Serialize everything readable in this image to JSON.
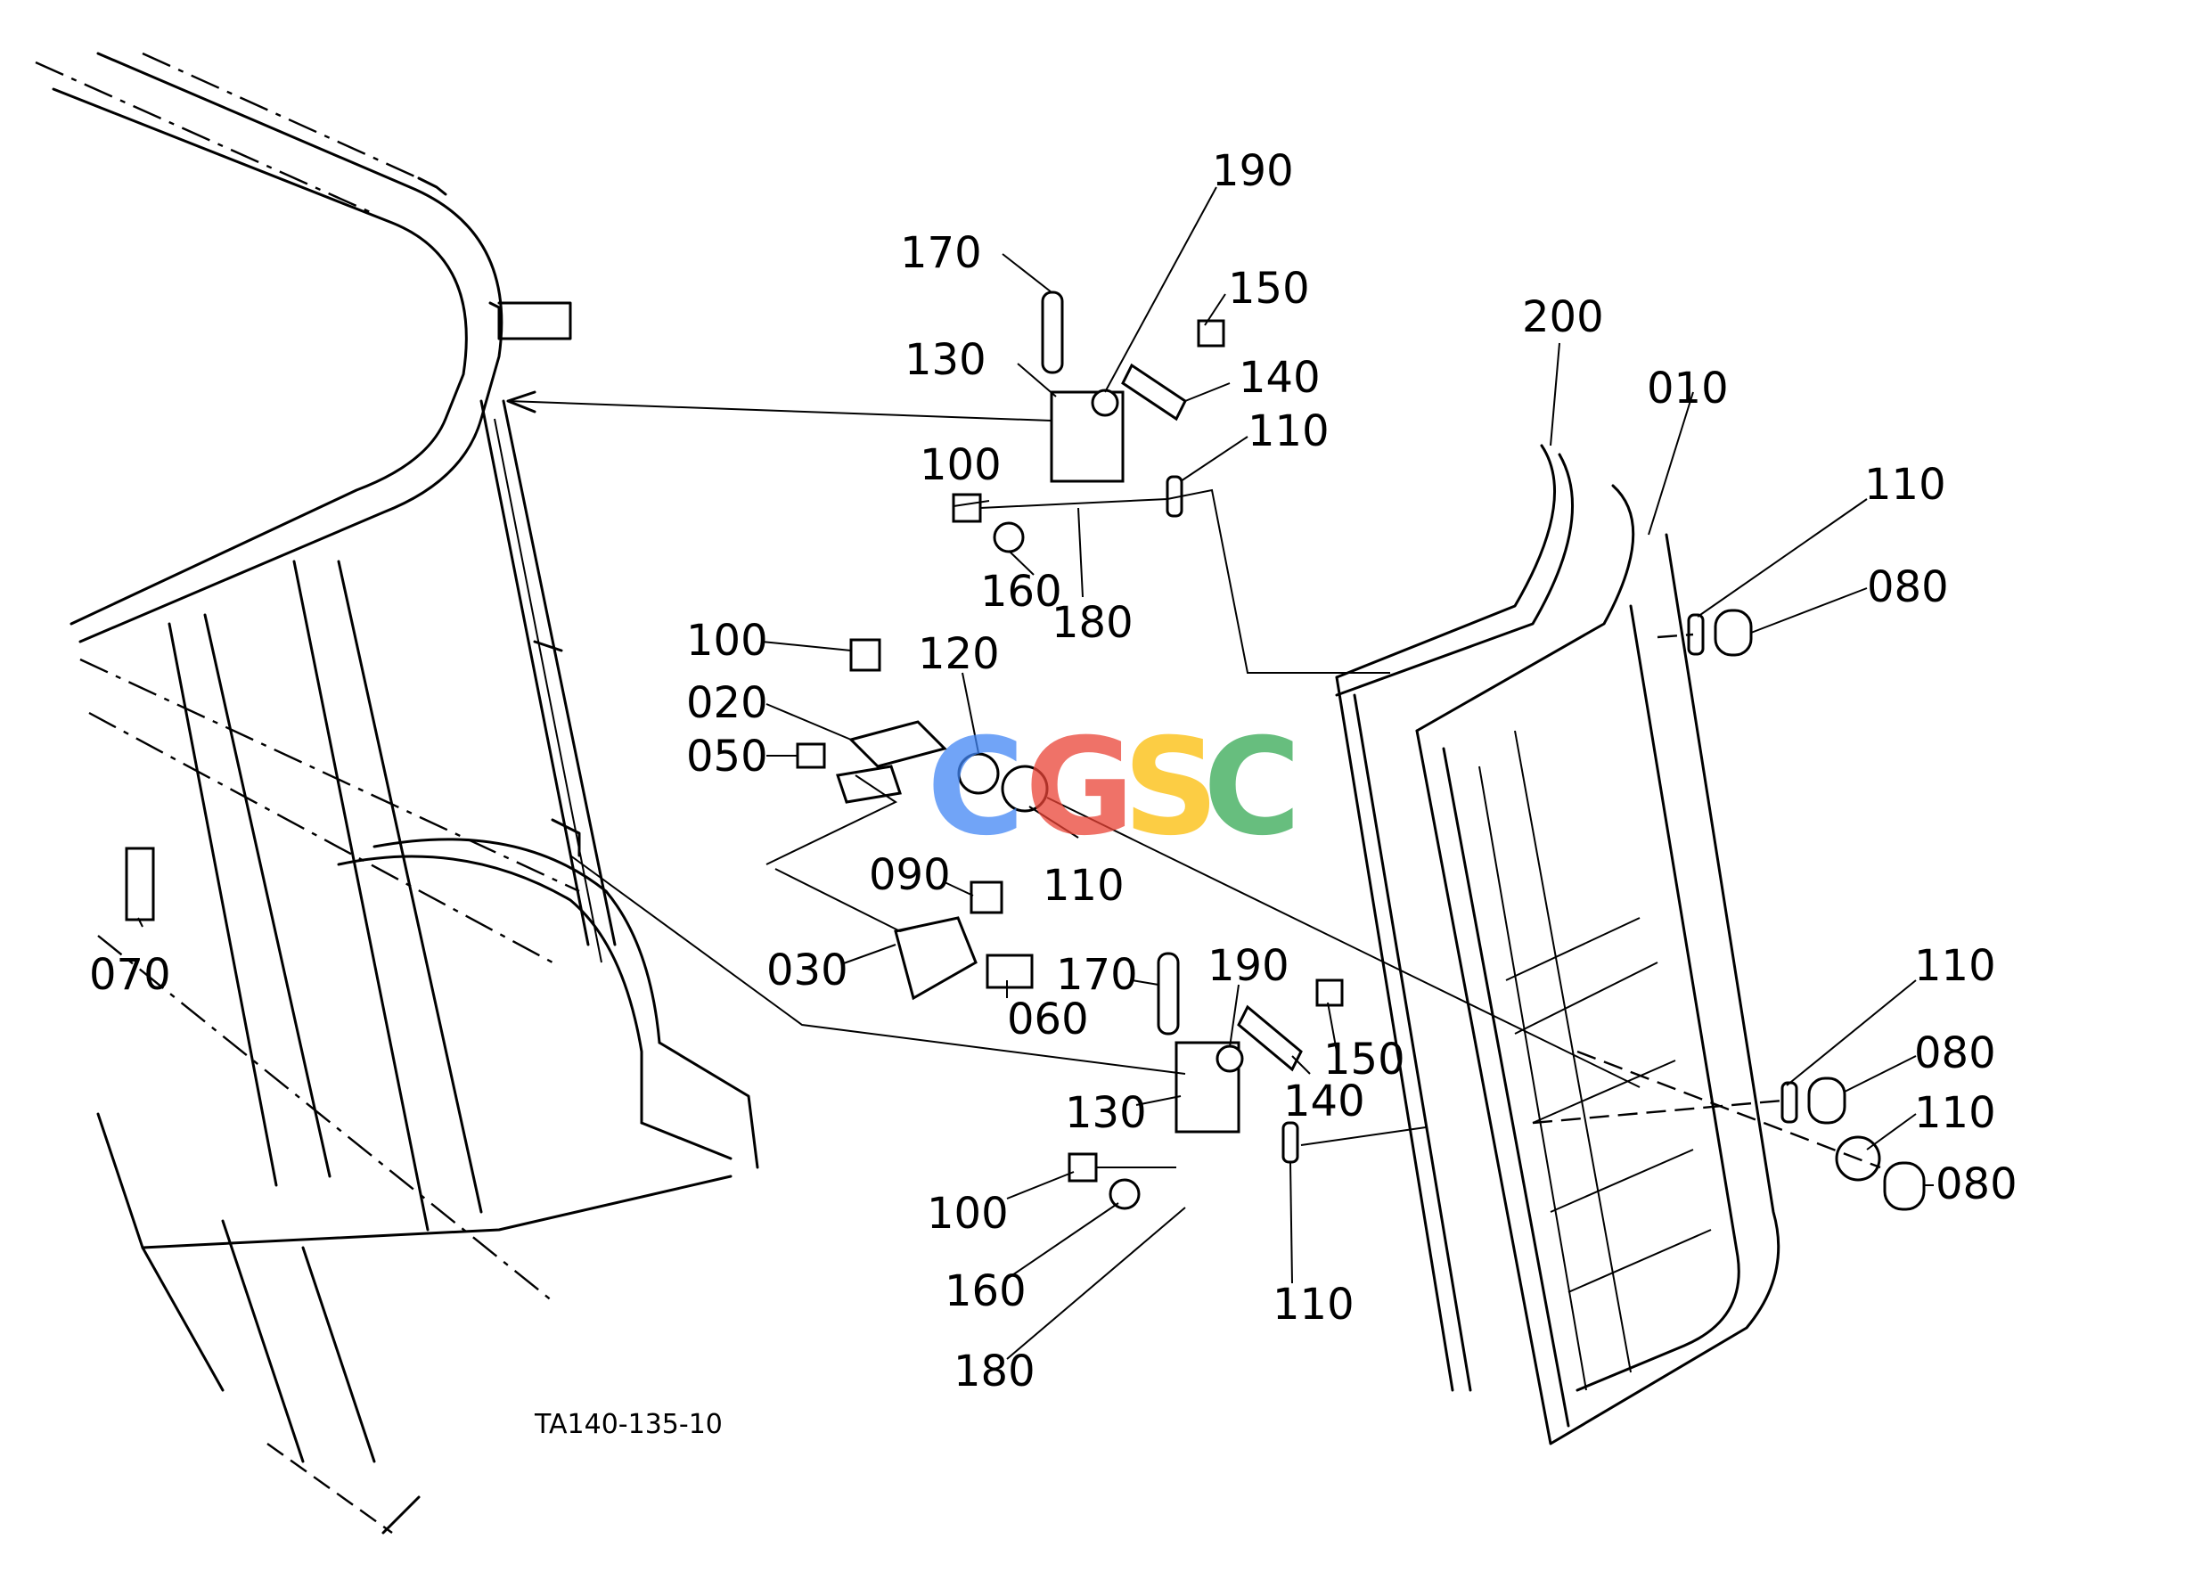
{
  "diagram_code": "TA140-135-10",
  "watermark": {
    "letters": [
      "C",
      "G",
      "S",
      "C"
    ],
    "colors": [
      "#4285F4",
      "#EA4335",
      "#FBBC05",
      "#34A853"
    ]
  },
  "callouts": {
    "c170a": "170",
    "c190a": "190",
    "c150a": "150",
    "c200": "200",
    "c130a": "130",
    "c140a": "140",
    "c010": "010",
    "c110a": "110",
    "c100a": "100",
    "c110b": "110",
    "c160a": "160",
    "c180a": "180",
    "c080a": "080",
    "c100b": "100",
    "c120": "120",
    "c020": "020",
    "c050": "050",
    "c110c": "110",
    "c090": "090",
    "c070": "070",
    "c030": "030",
    "c170b": "170",
    "c190b": "190",
    "c060": "060",
    "c150b": "150",
    "c110d": "110",
    "c140b": "140",
    "c080b": "080",
    "c130b": "130",
    "c110e": "110",
    "c080c": "080",
    "c100c": "100",
    "c160b": "160",
    "c110f": "110",
    "c180b": "180"
  }
}
